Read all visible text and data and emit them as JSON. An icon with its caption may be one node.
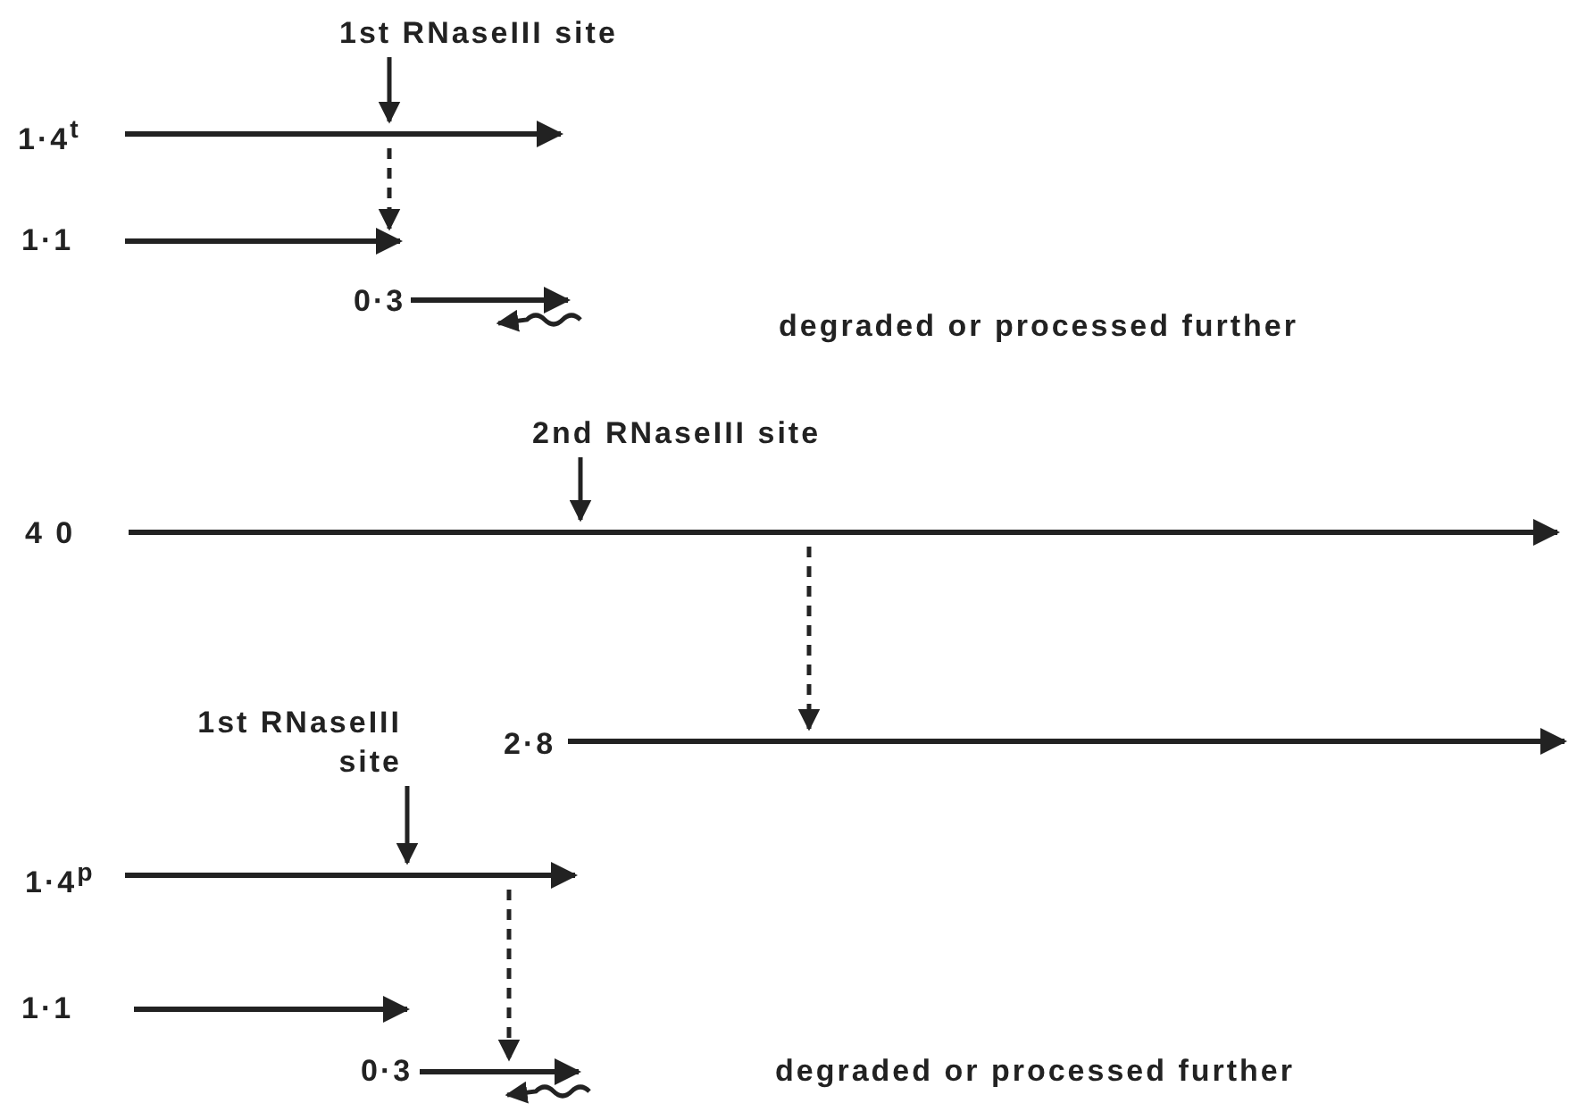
{
  "diagram": {
    "nodes": [
      {
        "text": [
          "1st RNaseIII site"
        ]
      },
      {
        "text": [],
        "shape": "arrow",
        "beside": [
          "1·4$^{t}$"
        ]
      },
      {
        "text": [],
        "shape": "arrow",
        "beside": [
          "1·1"
        ]
      },
      {
        "text": [],
        "shape": "arrow",
        "beside": [
          "0·3"
        ]
      },
      {
        "text": [
          "2nd RNaseIII site"
        ]
      },
      {
        "text": [],
        "shape": "arrow",
        "beside": [
          "4 0"
        ]
      },
      {
        "text": [
          "1st RNaseIII site"
        ]
      },
      {
        "text": [],
        "shape": "arrow",
        "beside": [
          "2·8"
        ]
      },
      {
        "text": [],
        "shape": "arrow",
        "beside": [
          "1·4$^{p}$"
        ]
      },
      {
        "text": [],
        "shape": "arrow",
        "beside": [
          "1·1"
        ]
      },
      {
        "text": [],
        "shape": "arrow",
        "beside": [
          "0·3"
        ]
      }
    ],
    "edges": [
      {
        "from": 0,
        "to": 1,
        "arrow": "to"
      },
      {
        "from": 1,
        "to": 2,
        "arrow": "to",
        "style": "dashed"
      },
      {
        "from": 4,
        "to": 5,
        "arrow": "to"
      },
      {
        "from": 5,
        "to": 7,
        "arrow": "to",
        "style": "dashed"
      },
      {
        "from": 6,
        "to": 8,
        "arrow": "to"
      },
      {
        "from": 8,
        "to": 10,
        "arrow": "to",
        "style": "dashed"
      }
    ],
    "labels": [
      "degraded or processed further",
      "degraded or processed further"
    ]
  }
}
